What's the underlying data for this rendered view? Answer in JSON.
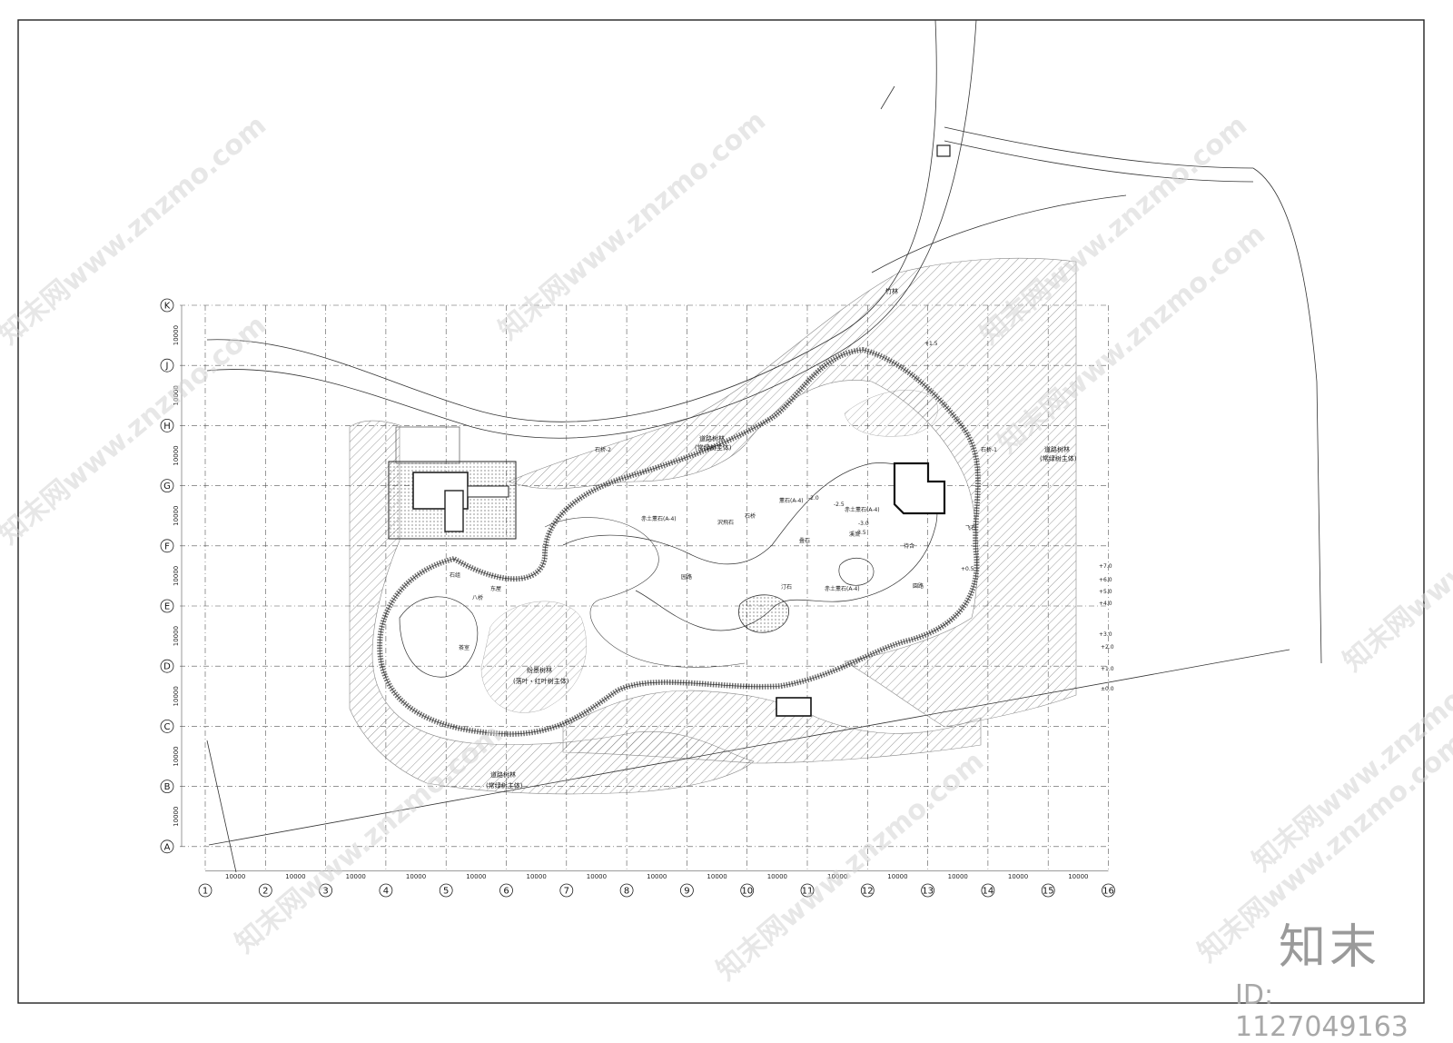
{
  "grid": {
    "rows": [
      "K",
      "J",
      "H",
      "G",
      "F",
      "E",
      "D",
      "C",
      "B",
      "A"
    ],
    "cols": [
      "1",
      "2",
      "3",
      "4",
      "5",
      "6",
      "7",
      "8",
      "9",
      "10",
      "11",
      "12",
      "13",
      "14",
      "15",
      "16"
    ],
    "spacing_label": "10000"
  },
  "zones": {
    "north_forest": "道路树林",
    "north_forest_sub": "(常绿树主体)",
    "east_forest": "道路树林",
    "east_forest_sub": "(常绿树主体)",
    "south_forest": "道路树林",
    "south_forest_sub": "(常绿树主体)",
    "west_grove": "纷景树林",
    "west_grove_sub": "(落叶・红叶树主体)",
    "bamboo": "竹林"
  },
  "annotations": [
    "赤土薰石(A-4)",
    "赤土薰石(A-4)",
    "薰石(A-4)",
    "赤土薰石(A-4)",
    "叠石",
    "石桥",
    "沢飛石",
    "石桥-1",
    "石桥-2",
    "园路",
    "園路",
    "溪流",
    "汀石",
    "八桥",
    "茶室",
    "待合",
    "东屋",
    "石组",
    "飞石"
  ],
  "levels": [
    "+7.0",
    "+6.0",
    "+5.0",
    "+4.0",
    "+3.0",
    "+2.0",
    "+1.0",
    "±0.0",
    "-2.0",
    "-2.5",
    "-3.0",
    "-3.5",
    "+0.5",
    "+1.5"
  ],
  "watermark": {
    "text": "知末网www.znzmo.com"
  },
  "brand": {
    "name": "知末",
    "id": "ID: 1127049163"
  }
}
